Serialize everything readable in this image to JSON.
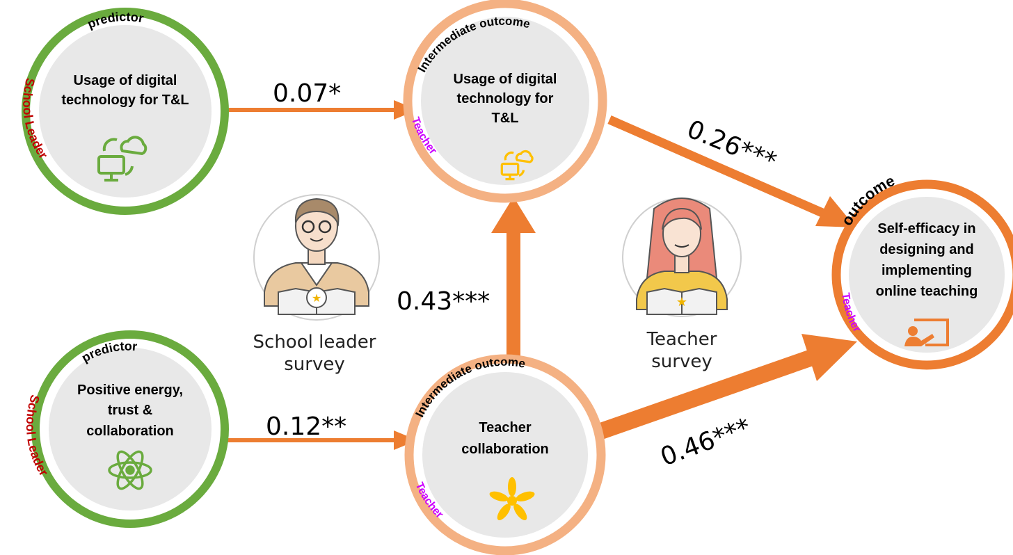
{
  "colors": {
    "predictor_ring": "#6aab3e",
    "teacher_ring": "#f4b183",
    "outcome_ring": "#ed7d31",
    "arrow": "#ed7d31",
    "node_fill": "#e8e8e8",
    "school_leader_text": "#c00000",
    "teacher_text": "#cc00ff",
    "green_icon": "#6aab3e",
    "yellow_icon": "#ffc000",
    "orange_icon": "#ed7d31"
  },
  "nodes": {
    "predictor_top": {
      "label_lines": [
        "Usage of digital",
        "technology for T&L"
      ],
      "role": "predictor",
      "respondent": "School Leader",
      "icon": "cloud-computer-icon"
    },
    "predictor_bottom": {
      "label_lines": [
        "Positive energy,",
        "trust &",
        "collaboration"
      ],
      "role": "predictor",
      "respondent": "School Leader",
      "icon": "atom-icon"
    },
    "intermediate_top": {
      "label_lines": [
        "Usage of digital",
        "technology for",
        "T&L"
      ],
      "role": "Intermediate outcome",
      "respondent": "Teacher",
      "icon": "cloud-computer-icon"
    },
    "intermediate_bottom": {
      "label_lines": [
        "Teacher",
        "collaboration"
      ],
      "role": "Intermediate outcome",
      "respondent": "Teacher",
      "icon": "hands-circle-icon"
    },
    "outcome": {
      "label_lines": [
        "Self-efficacy in",
        "designing and",
        "implementing",
        "online teaching"
      ],
      "role": "outcome",
      "respondent": "Teacher",
      "icon": "teacher-board-icon"
    }
  },
  "paths": [
    {
      "id": "p1",
      "coefficient": "0.07*"
    },
    {
      "id": "p2",
      "coefficient": "0.12**"
    },
    {
      "id": "p3",
      "coefficient": "0.43***"
    },
    {
      "id": "p4",
      "coefficient": "0.26***"
    },
    {
      "id": "p5",
      "coefficient": "0.46***"
    }
  ],
  "surveys": {
    "school_leader": {
      "lines": [
        "School leader",
        "survey"
      ],
      "icon": "school-leader-avatar-icon"
    },
    "teacher": {
      "lines": [
        "Teacher",
        "survey"
      ],
      "icon": "teacher-avatar-icon"
    }
  }
}
